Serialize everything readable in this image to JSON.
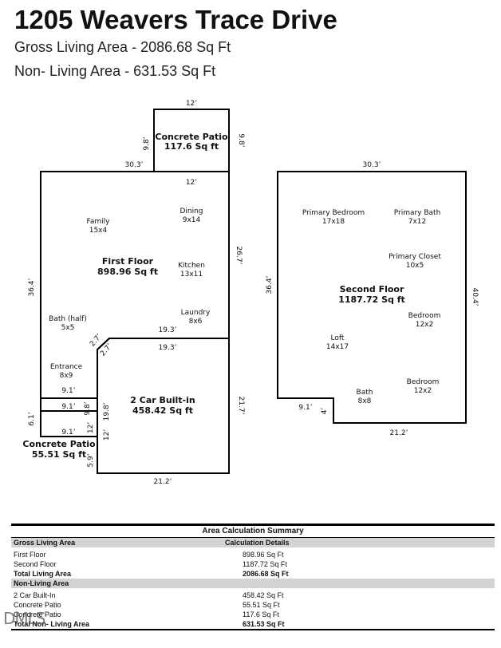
{
  "header": {
    "title": "1205 Weavers Trace Drive",
    "gross_line": "Gross Living Area - 2086.68 Sq Ft",
    "non_living_line": "Non- Living Area - 631.53 Sq Ft"
  },
  "plan": {
    "concrete_patio_top": {
      "name": "Concrete Patio",
      "area": "117.6 Sq ft",
      "dim_width": "12’",
      "dim_left": "9.8’",
      "dim_right": "9.8’"
    },
    "first_floor": {
      "name": "First Floor",
      "area": "898.96 Sq ft",
      "dims": {
        "top_left": "30.3’",
        "top_inner": "12’",
        "right": "26.7’",
        "left": "36.4’",
        "step_upper": "19.3’",
        "step_lower": "19.3’",
        "diag_a": "2.7’",
        "diag_b": "2.7’",
        "entry_width": "9.1’"
      },
      "rooms": [
        {
          "name": "Family",
          "size": "15x4"
        },
        {
          "name": "Dining",
          "size": "9x14"
        },
        {
          "name": "Kitchen",
          "size": "13x11"
        },
        {
          "name": "Laundry",
          "size": "8x6"
        },
        {
          "name": "Bath (half)",
          "size": "5x5"
        },
        {
          "name": "Entrance",
          "size": "8x9"
        }
      ]
    },
    "garage": {
      "name": "2 Car Built-in",
      "area": "458.42 Sq ft",
      "dims": {
        "right": "21.7’",
        "bottom": "21.2’",
        "inner_left": "19.8’",
        "inner_a": "9.8’",
        "inner_b": "12’",
        "lower_left": "5.9’"
      }
    },
    "concrete_patio_small": {
      "name": "Concrete Patio",
      "area": "55.51 Sq ft",
      "dims": {
        "top": "9.1’",
        "bottom": "9.1’",
        "left": "6.1’",
        "right": "12’"
      }
    },
    "second_floor": {
      "name": "Second Floor",
      "area": "1187.72 Sq ft",
      "dims": {
        "top": "30.3’",
        "left": "36.4’",
        "right": "40.4’",
        "bottom": "21.2’",
        "notch_w": "9.1’",
        "notch_h": "4’"
      },
      "rooms": [
        {
          "name": "Primary Bedroom",
          "size": "17x18"
        },
        {
          "name": "Primary Bath",
          "size": "7x12"
        },
        {
          "name": "Primary Closet",
          "size": "10x5"
        },
        {
          "name": "Bedroom",
          "size": "12x2"
        },
        {
          "name": "Loft",
          "size": "14x17"
        },
        {
          "name": "Bedroom",
          "size": "12x2"
        },
        {
          "name": "Bath",
          "size": "8x8"
        }
      ]
    }
  },
  "summary": {
    "title": "Area Calculation Summary",
    "gross_header": "Gross Living Area",
    "details_header": "Calculation Details",
    "gross_rows": [
      {
        "label": "First Floor",
        "value": "898.96 Sq Ft"
      },
      {
        "label": "Second Floor",
        "value": "1187.72 Sq Ft"
      }
    ],
    "gross_total": {
      "label": "Total Living Area",
      "value": "2086.68 Sq Ft"
    },
    "non_living_header": "Non-Living Area",
    "non_living_rows": [
      {
        "label": "2 Car Built-In",
        "value": "458.42 Sq Ft"
      },
      {
        "label": "Concrete Patio",
        "value": "55.51 Sq Ft"
      },
      {
        "label": "Concrete Patio",
        "value": "117.6 Sq Ft"
      }
    ],
    "non_living_total": {
      "label": "Total Non- Living Area",
      "value": "631.53 Sq Ft"
    }
  },
  "watermark": "DMLS"
}
